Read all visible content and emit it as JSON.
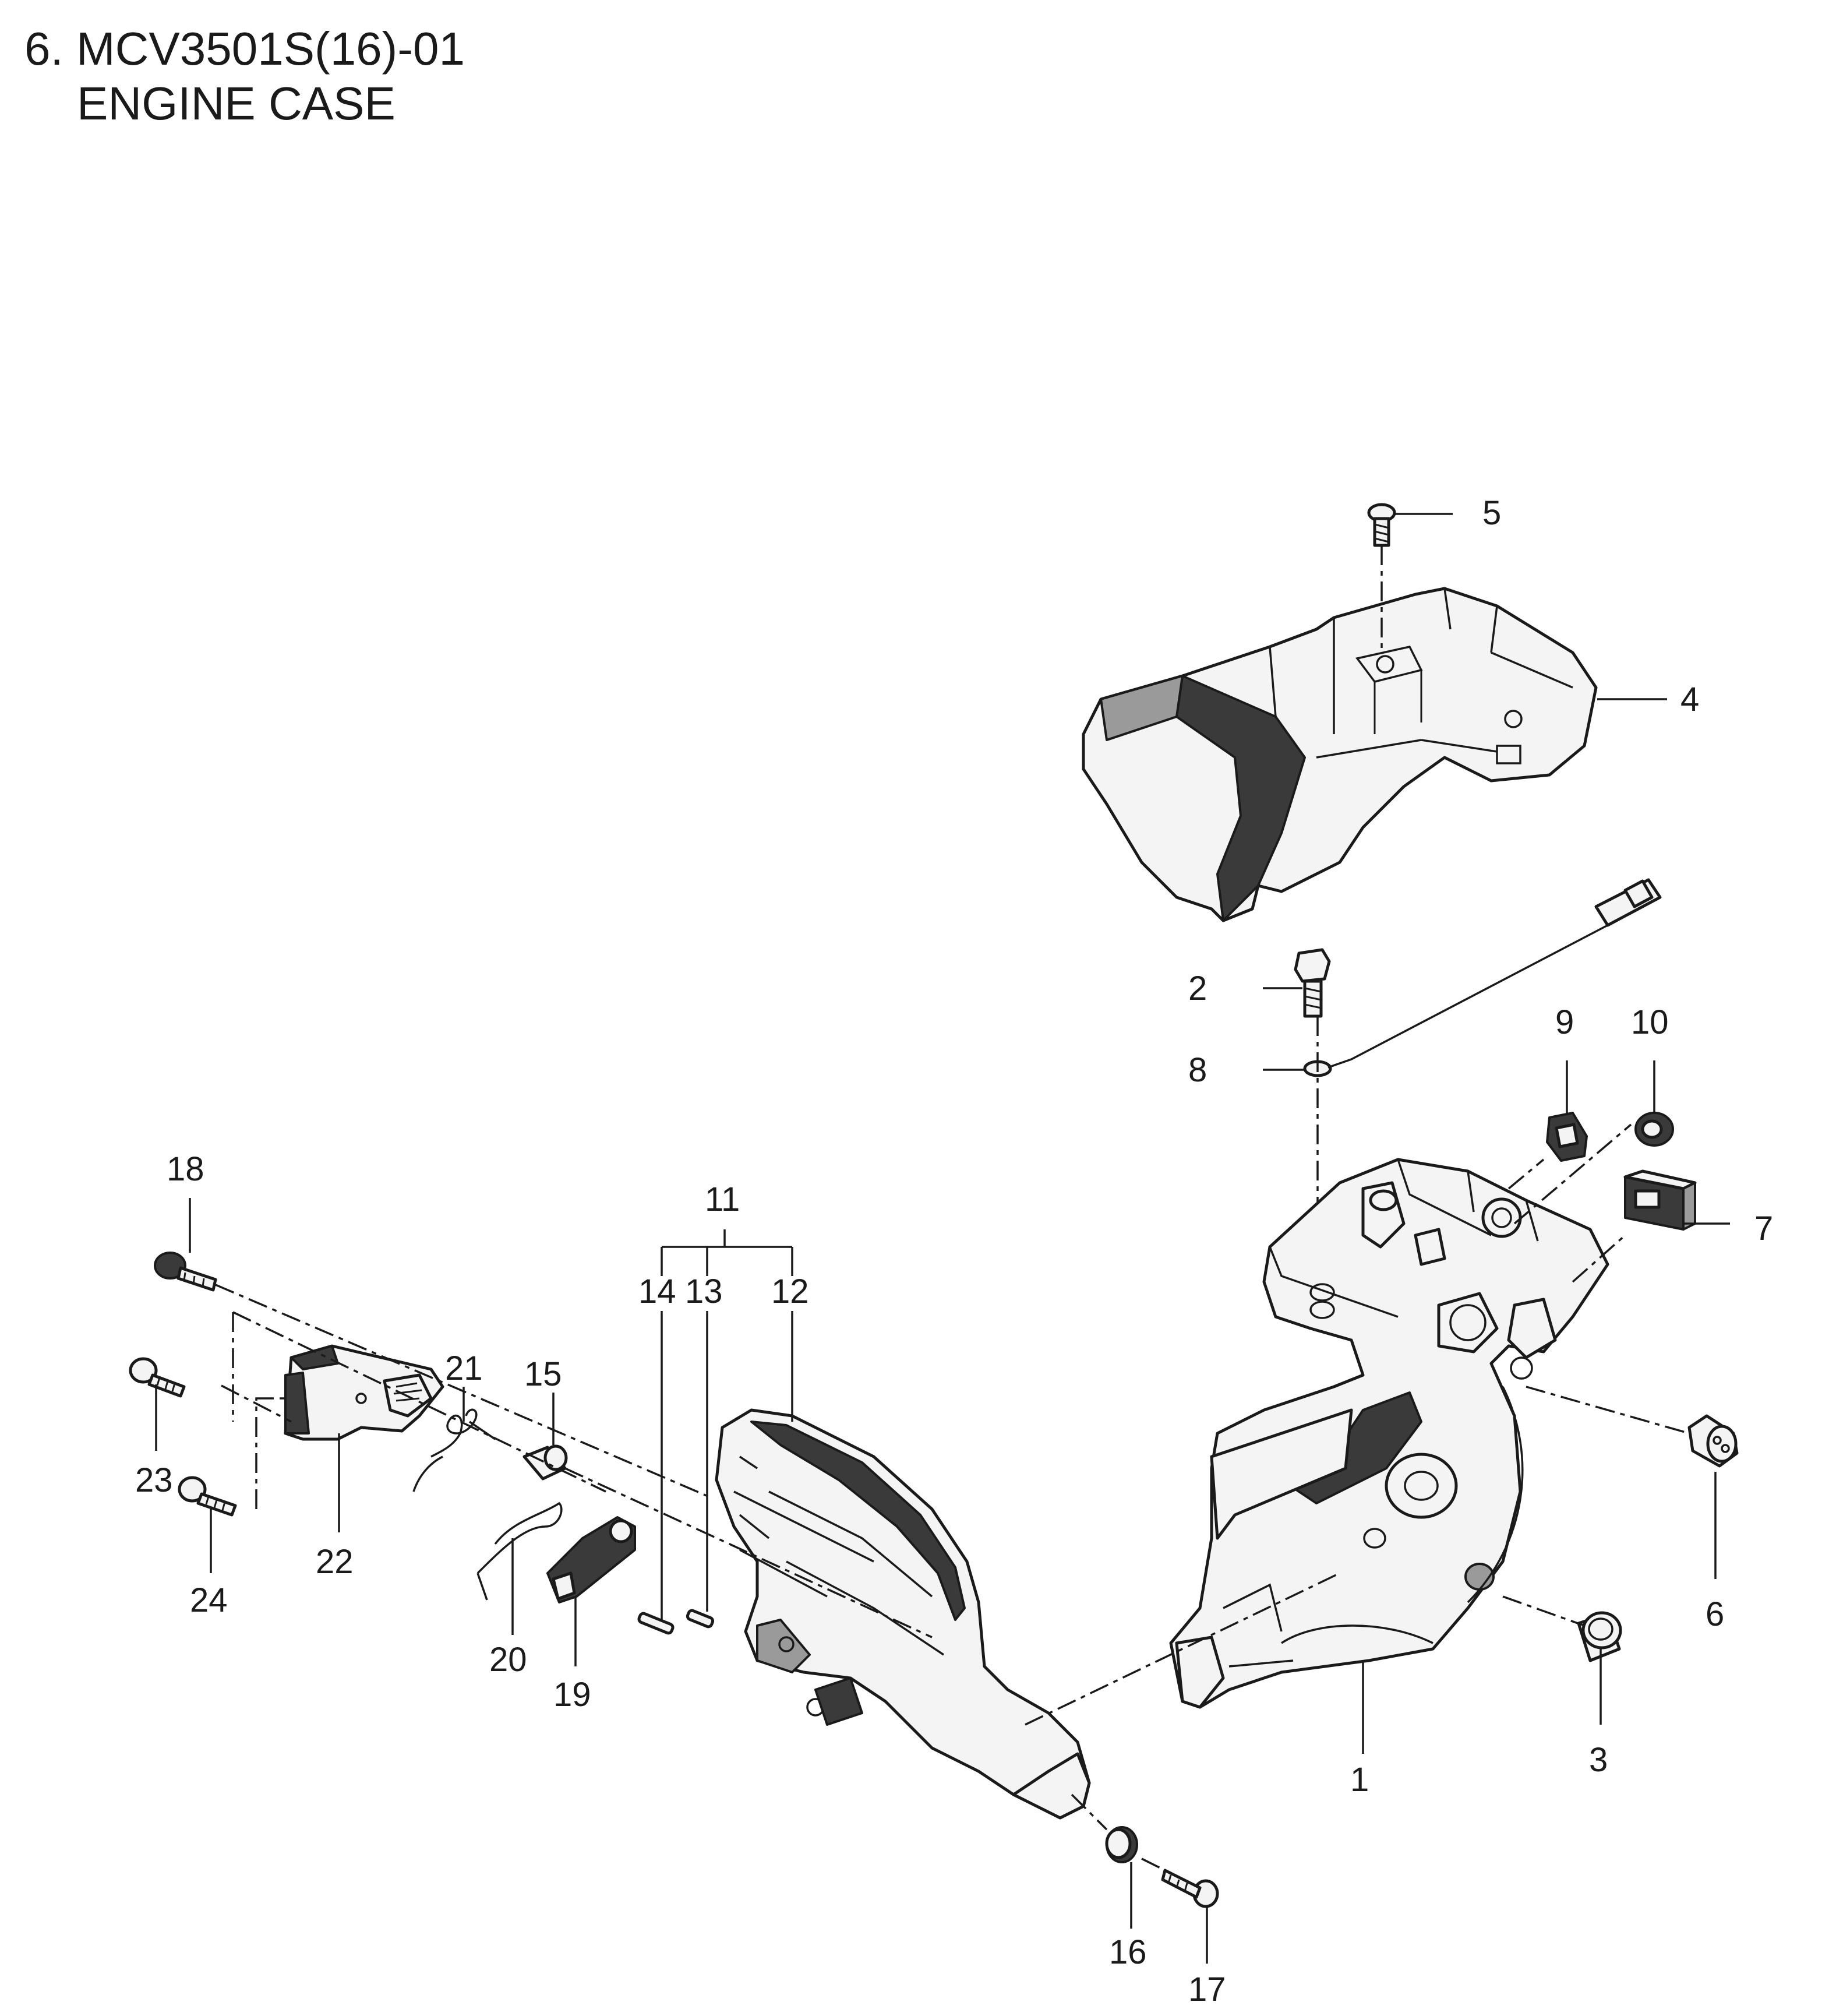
{
  "header": {
    "title_line1": "6. MCV3501S(16)-01",
    "title_line2": "ENGINE CASE"
  },
  "callouts": {
    "c1": "1",
    "c2": "2",
    "c3": "3",
    "c4": "4",
    "c5": "5",
    "c6": "6",
    "c7": "7",
    "c8": "8",
    "c9": "9",
    "c10": "10",
    "c11": "11",
    "c12": "12",
    "c13": "13",
    "c14": "14",
    "c15": "15",
    "c16": "16",
    "c17": "17",
    "c18": "18",
    "c19": "19",
    "c20": "20",
    "c21": "21",
    "c22": "22",
    "c23": "23",
    "c24": "24"
  },
  "colors": {
    "ink": "#1a1a1a",
    "part_fill": "#f4f4f4",
    "shade_dark": "#3a3a3a",
    "shade_mid": "#9a9a9a",
    "background": "#ffffff"
  }
}
